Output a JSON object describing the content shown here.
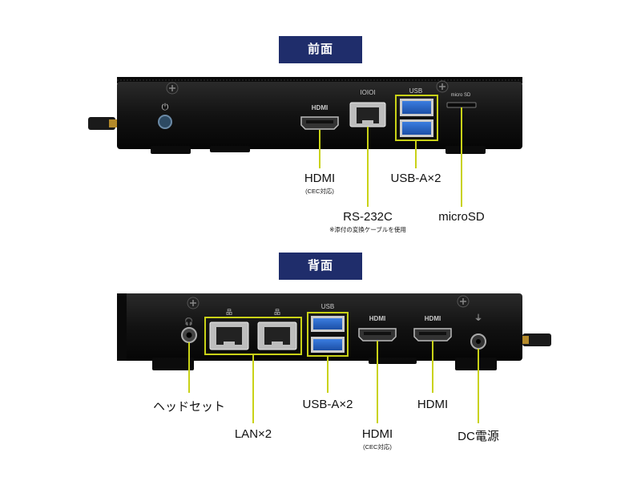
{
  "front": {
    "tag": "前面",
    "port_marks": {
      "hdmi": "HDMI",
      "serial": "IOIOI",
      "usb": "USB",
      "sd": "micro SD",
      "power": "⏻"
    },
    "labels": {
      "hdmi": "HDMI",
      "hdmi_note": "(CEC対応)",
      "rs232c": "RS-232C",
      "rs232c_note": "※添付の変換ケーブルを使用",
      "usb": "USB-A×2",
      "microsd": "microSD"
    }
  },
  "back": {
    "tag": "背面",
    "port_marks": {
      "usb": "USB",
      "hdmi1": "HDMI",
      "hdmi2": "HDMI",
      "lan": "品",
      "headset": "🎧",
      "dc": "⏚"
    },
    "labels": {
      "headset": "ヘッドセット",
      "lan": "LAN×2",
      "usb": "USB-A×2",
      "hdmi1": "HDMI",
      "hdmi1_note": "(CEC対応)",
      "hdmi2": "HDMI",
      "dc": "DC電源"
    }
  },
  "colors": {
    "tag_bg": "#1f2d6b",
    "callout": "#c9d217",
    "chassis": "#151515"
  }
}
